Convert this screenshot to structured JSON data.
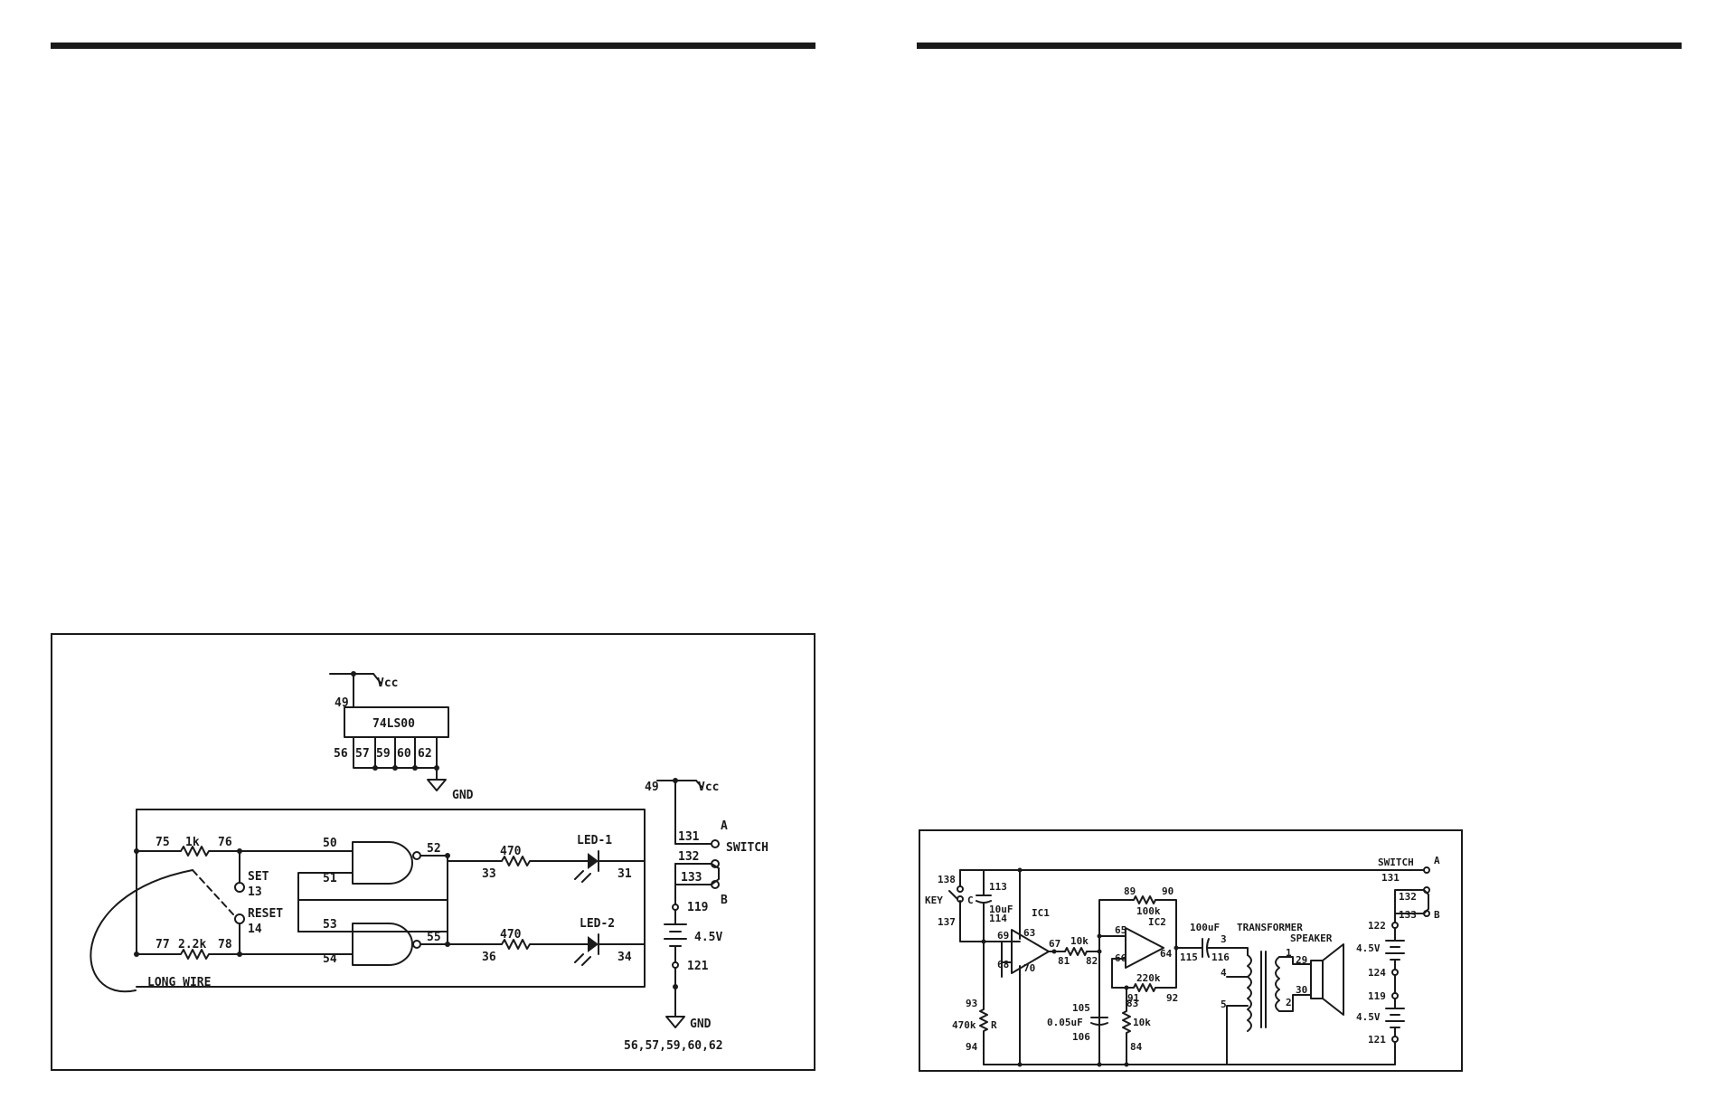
{
  "left_circuit": {
    "vcc": "Vcc",
    "n49": "49",
    "ic": "74LS00",
    "p56": "56",
    "p57": "57",
    "p59": "59",
    "p60": "60",
    "p62": "62",
    "gnd": "GND",
    "n75": "75",
    "r1": "1k",
    "n76": "76",
    "n77": "77",
    "r2": "2.2k",
    "n78": "78",
    "set": "SET",
    "n13": "13",
    "reset": "RESET",
    "n14": "14",
    "long_wire": "LONG WIRE",
    "n50": "50",
    "n51": "51",
    "n52": "52",
    "n53": "53",
    "n54": "54",
    "n55": "55",
    "r3": "470",
    "n33": "33",
    "r4": "470",
    "n36": "36",
    "led1": "LED-1",
    "n31": "31",
    "led2": "LED-2",
    "n34": "34",
    "n49b": "49",
    "vcc2": "Vcc",
    "n131": "131",
    "sa": "A",
    "switch": "SWITCH",
    "n132": "132",
    "n133": "133",
    "sb": "B",
    "n119": "119",
    "batt": "4.5V",
    "n121": "121",
    "gnd2": "GND",
    "gnd_list": "56,57,59,60,62"
  },
  "right_circuit": {
    "n138": "138",
    "key": "KEY",
    "n137": "137",
    "c": "C",
    "n113": "113",
    "c1": "10uF",
    "n114": "114",
    "ic1": "IC1",
    "n63": "63",
    "n69": "69",
    "n68": "68",
    "n70": "70",
    "n67": "67",
    "r10k": "10k",
    "n81": "81",
    "n82": "82",
    "n89": "89",
    "n90": "90",
    "r100k": "100k",
    "ic2": "IC2",
    "n65": "65",
    "n66": "66",
    "n64": "64",
    "r220k": "220k",
    "n91": "91",
    "n92": "92",
    "c100": "100uF",
    "n115": "115",
    "n116": "116",
    "t3": "3",
    "transformer": "TRANSFORMER",
    "speaker": "SPEAKER",
    "t4": "4",
    "t5": "5",
    "t1": "1",
    "t29": "29",
    "t30": "30",
    "t2": "2",
    "n93": "93",
    "r470k": "470k",
    "r": "R",
    "n94": "94",
    "n105": "105",
    "c005": "0.05uF",
    "n106": "106",
    "n83": "83",
    "r10kb": "10k",
    "n84": "84",
    "switch": "SWITCH",
    "sa": "A",
    "n131": "131",
    "n132": "132",
    "n133": "133",
    "sb": "B",
    "n122": "122",
    "b1": "4.5V",
    "n124": "124",
    "n119": "119",
    "b2": "4.5V",
    "n121": "121"
  }
}
